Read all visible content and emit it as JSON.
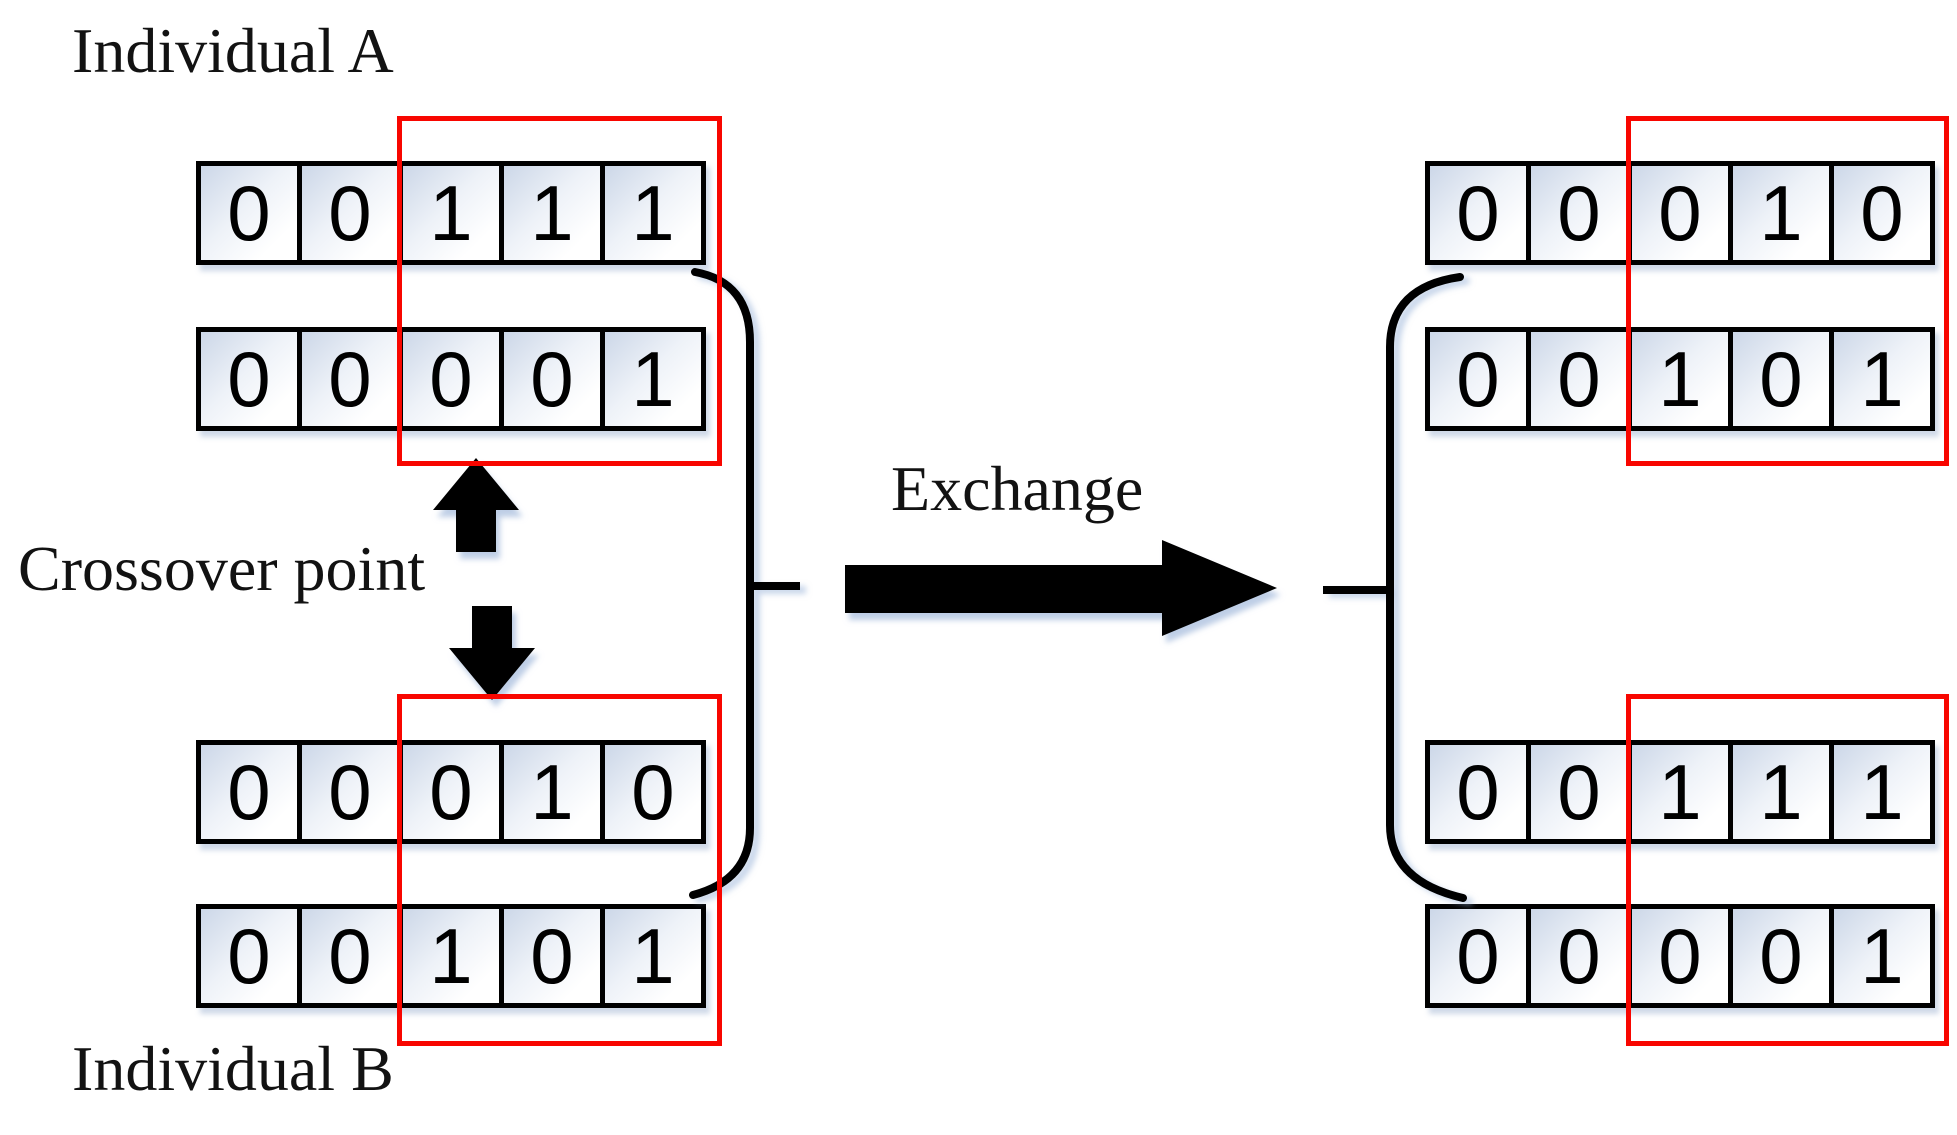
{
  "labels": {
    "individual_a": "Individual A",
    "individual_b": "Individual B",
    "crossover_point": "Crossover point",
    "exchange": "Exchange"
  },
  "before": {
    "a_row1": [
      "0",
      "0",
      "1",
      "1",
      "1"
    ],
    "a_row2": [
      "0",
      "0",
      "0",
      "0",
      "1"
    ],
    "b_row1": [
      "0",
      "0",
      "0",
      "1",
      "0"
    ],
    "b_row2": [
      "0",
      "0",
      "1",
      "0",
      "1"
    ]
  },
  "after": {
    "top_row1": [
      "0",
      "0",
      "0",
      "1",
      "0"
    ],
    "top_row2": [
      "0",
      "0",
      "1",
      "0",
      "1"
    ],
    "bottom_row1": [
      "0",
      "0",
      "1",
      "1",
      "1"
    ],
    "bottom_row2": [
      "0",
      "0",
      "0",
      "0",
      "1"
    ]
  },
  "crossover": {
    "highlighted_genes": "last 3 of 5",
    "crossover_point_after_gene": 2
  },
  "colors": {
    "highlight_red": "#f80600",
    "ink_black": "#000000",
    "cell_gradient_top": "#ccd7e8",
    "cell_gradient_bottom": "#ffffff",
    "shadow_blue": "rgba(146,174,214,0.6)"
  }
}
